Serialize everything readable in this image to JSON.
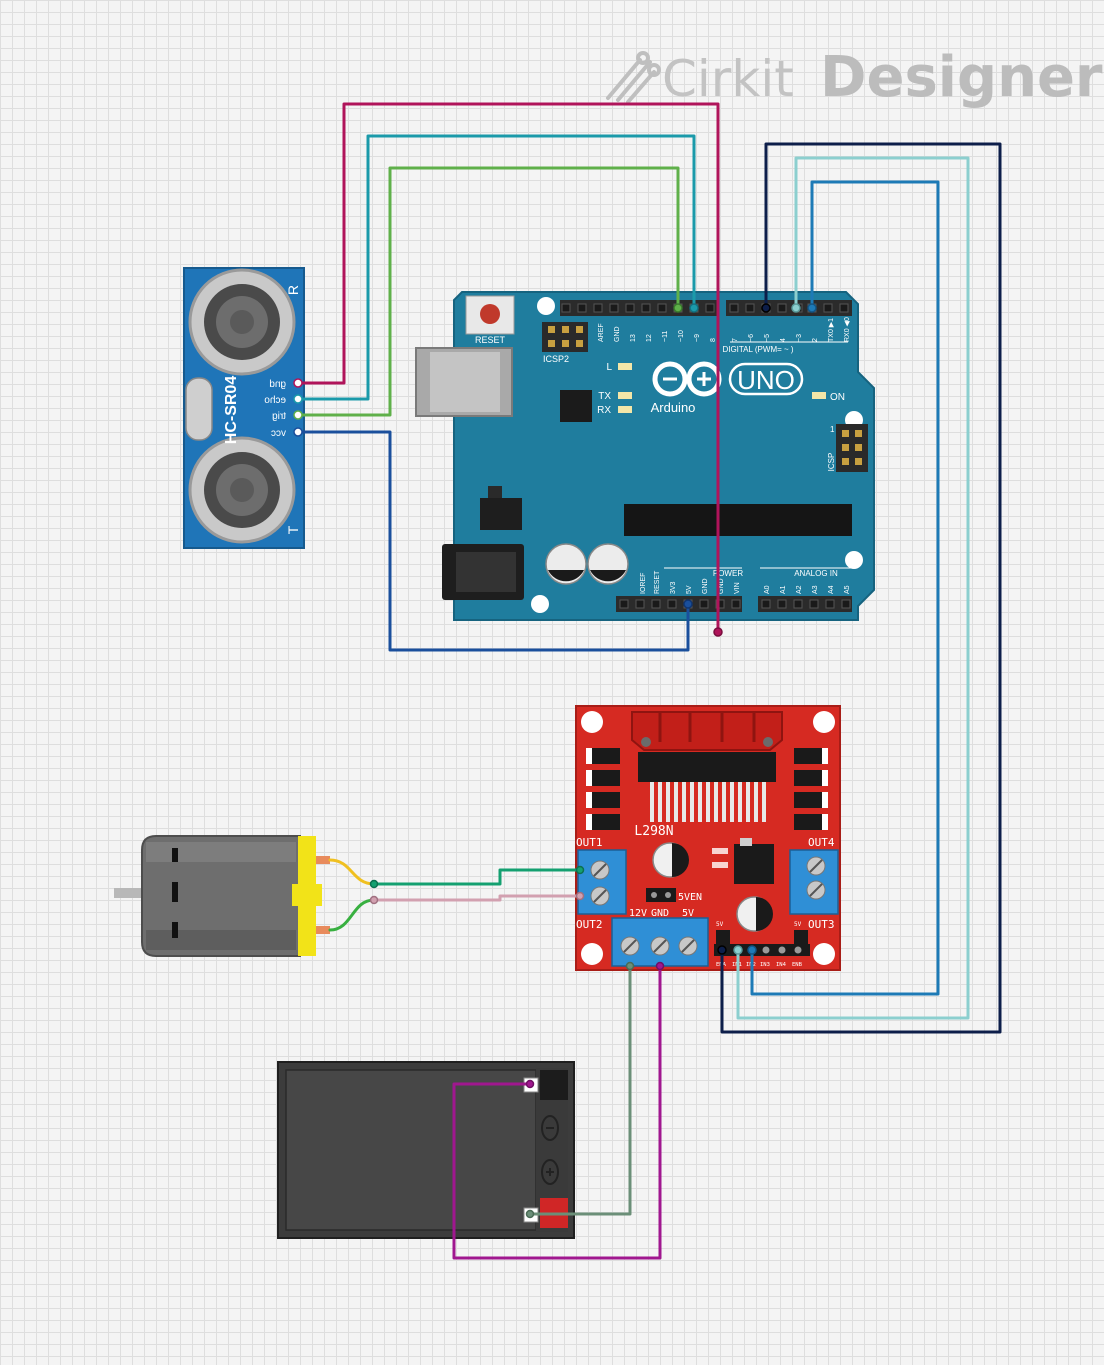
{
  "watermark": {
    "brand": "Cirkit",
    "product": "Designer"
  },
  "components": {
    "ultrasonic": {
      "model": "HC-SR04",
      "pins": [
        "gnd",
        "echo",
        "trig",
        "vcc"
      ],
      "side_top": "R",
      "side_bottom": "T"
    },
    "arduino": {
      "brand": "Arduino",
      "model": "UNO",
      "reset": "RESET",
      "icsp2": "ICSP2",
      "icsp": "ICSP",
      "icsp_pin1": "1",
      "led_l": "L",
      "led_tx": "TX",
      "led_rx": "RX",
      "led_on": "ON",
      "digital_label": "DIGITAL (PWM= ~ )",
      "power_label": "POWER",
      "analog_label": "ANALOG IN",
      "top_pins": [
        "AREF",
        "GND",
        "13",
        "12",
        "~11",
        "~10",
        "~9",
        "8",
        "7",
        "~6",
        "~5",
        "4",
        "~3",
        "2",
        "TX0 ▶1",
        "RX0 ◀0"
      ],
      "power_pins": [
        "IOREF",
        "RESET",
        "3V3",
        "5V",
        "GND",
        "GND",
        "VIN"
      ],
      "analog_pins": [
        "A0",
        "A1",
        "A2",
        "A3",
        "A4",
        "A5"
      ]
    },
    "driver": {
      "model": "L298N",
      "out1": "OUT1",
      "out2": "OUT2",
      "out3": "OUT3",
      "out4": "OUT4",
      "jumper": "5VEN",
      "power_terms": [
        "12V",
        "GND",
        "5V"
      ],
      "ctrl_pins": [
        "ENA",
        "IN1",
        "IN2",
        "IN3",
        "IN4",
        "ENB"
      ],
      "ctrl_5v": "5V"
    }
  },
  "colors": {
    "arduino_board": "#1f7d9e",
    "driver_board": "#d62a22",
    "sensor_board": "#1f75b8",
    "wire_gnd_sensor": "#b0145a",
    "wire_echo": "#1b9aaa",
    "wire_trig": "#5fb04a",
    "wire_vcc": "#1a4f9c",
    "wire_pin5": "#0d1e4a",
    "wire_pin3": "#8ccfcf",
    "wire_pin2": "#1d7ab6",
    "wire_motor_a": "#14a070",
    "wire_motor_b": "#d2a0b0",
    "wire_batt_pos": "#6b8f78",
    "wire_batt_neg": "#a0178f"
  }
}
